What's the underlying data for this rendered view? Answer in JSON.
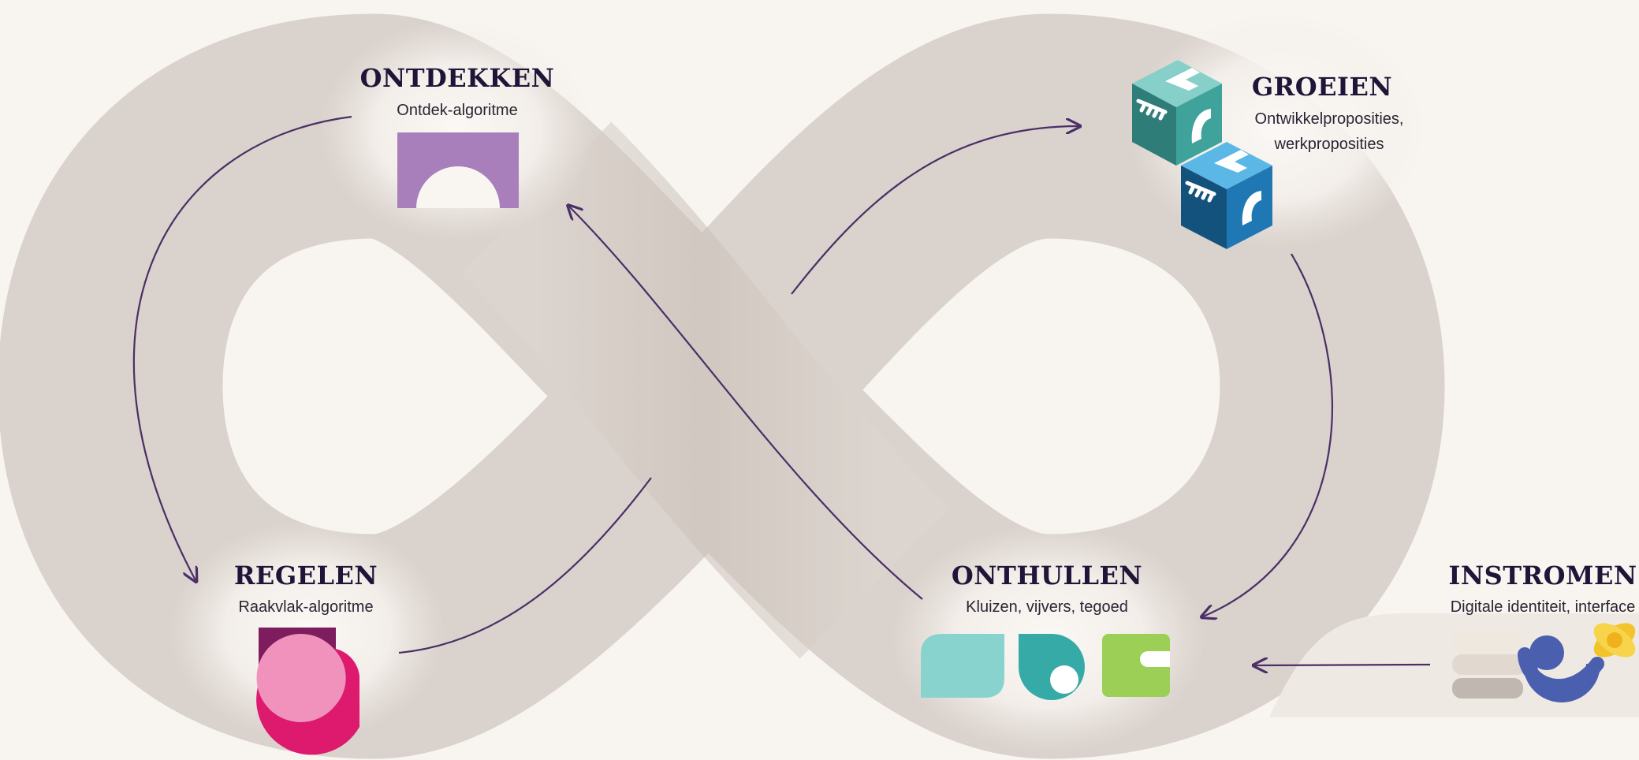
{
  "stages": {
    "ontdekken": {
      "title": "ONTDEKKEN",
      "subtitle": "Ontdek-algoritme",
      "icon": "arch-card-icon"
    },
    "groeien": {
      "title": "GROEIEN",
      "subtitle_line1": "Ontwikkelproposities,",
      "subtitle_line2": "werkproposities",
      "icon": "stacked-cubes-icon"
    },
    "regelen": {
      "title": "REGELEN",
      "subtitle": "Raakvlak-algoritme",
      "icon": "overlapping-drops-icon"
    },
    "onthullen": {
      "title": "ONTHULLEN",
      "subtitle": "Kluizen, vijvers, tegoed",
      "icon": "vault-shapes-icon"
    },
    "instromen": {
      "title": "INSTROMEN",
      "subtitle": "Digitale identiteit, interface",
      "icon": "identity-interface-icon"
    }
  },
  "colors": {
    "background": "#f8f5f1",
    "loop": "#d9d0ca",
    "arrow": "#4a2f66",
    "title": "#1f1538",
    "lilac": "#a97fbb",
    "plum": "#7e1d5e",
    "pink": "#f192bd",
    "magenta": "#dd1a6e",
    "mint": "#88d3cd",
    "teal": "#36aaa7",
    "lime": "#9ccf55",
    "cube_teal": "#3fa39c",
    "cube_blue": "#1f77b4",
    "indigo": "#4b5faf",
    "sun": "#f3c32c"
  }
}
